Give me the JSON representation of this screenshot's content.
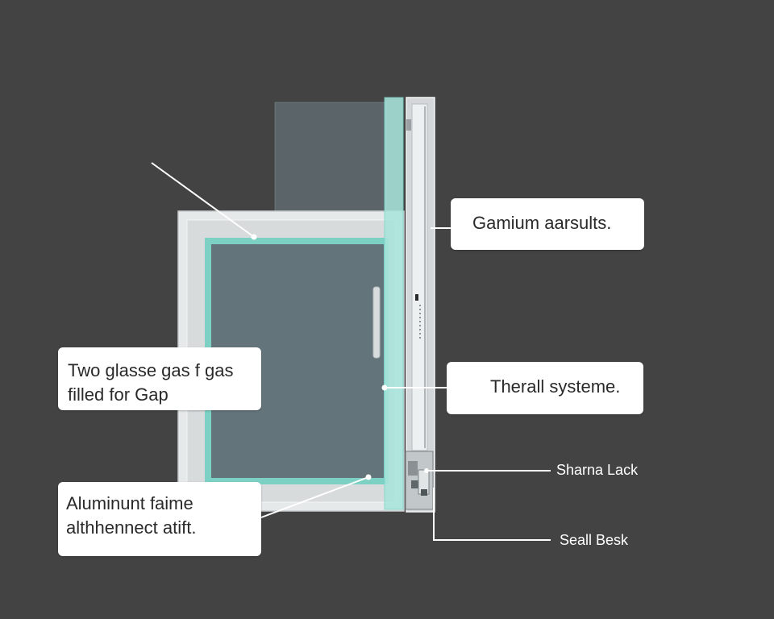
{
  "colors": {
    "background": "#434343",
    "frame": "#e4e7e8",
    "glass_tint": "#7fd6cc",
    "callout_bg": "#ffffff",
    "leader_line": "#ffffff"
  },
  "callouts": {
    "gamium": "Gamium aarsults.",
    "thermal": "Therall systeme.",
    "glass": {
      "line1": "Two glasse gas f gas",
      "line2": "filled for Gap"
    },
    "frame": {
      "line1": "Aluminunt faime",
      "line2": "althhennect atift."
    }
  },
  "labels": {
    "shama": "Sharna Lack",
    "seal": "Seall Besk"
  }
}
